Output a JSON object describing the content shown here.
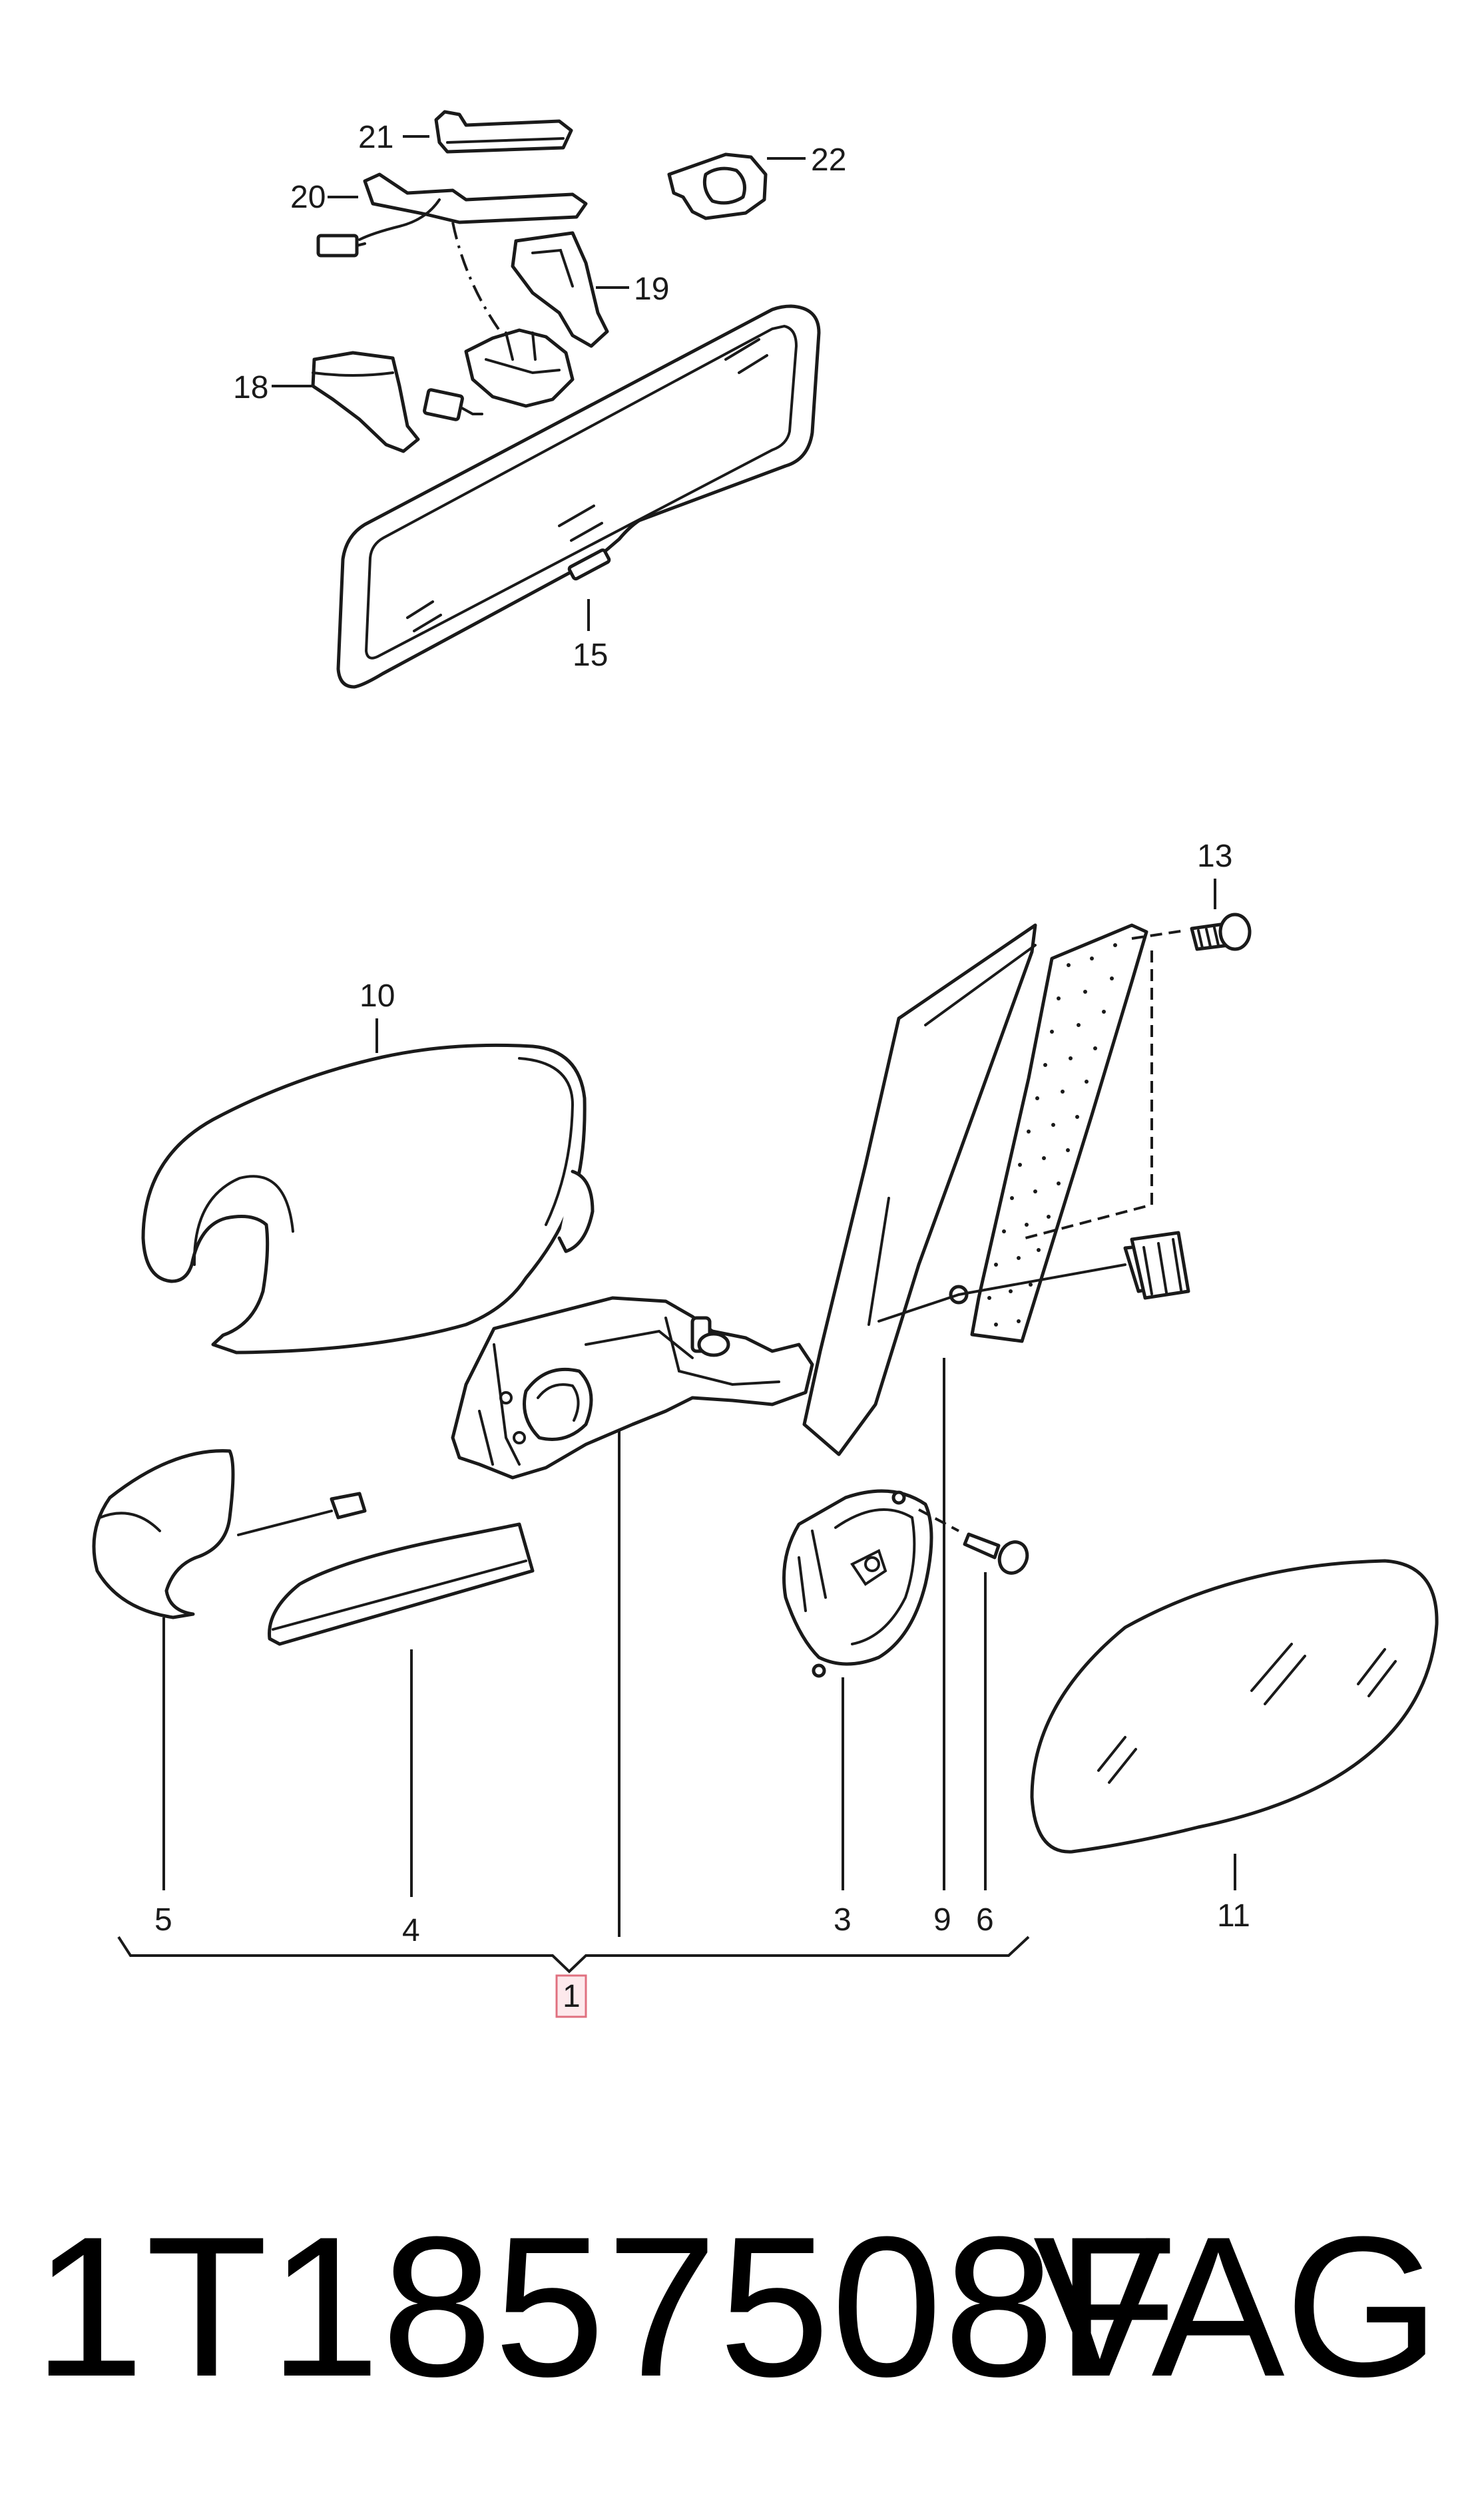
{
  "callouts": {
    "c1": "1",
    "c3": "3",
    "c4": "4",
    "c5": "5",
    "c6": "6",
    "c9": "9",
    "c10": "10",
    "c11": "11",
    "c13": "13",
    "c15": "15",
    "c18": "18",
    "c19": "19",
    "c20": "20",
    "c21": "21",
    "c22": "22"
  },
  "footer": {
    "part_number": "1T1857508F",
    "brand": "VAG"
  },
  "colors": {
    "line": "#1a1a1a",
    "highlight_fill": "#fde9ec",
    "highlight_stroke": "#e0707f"
  }
}
